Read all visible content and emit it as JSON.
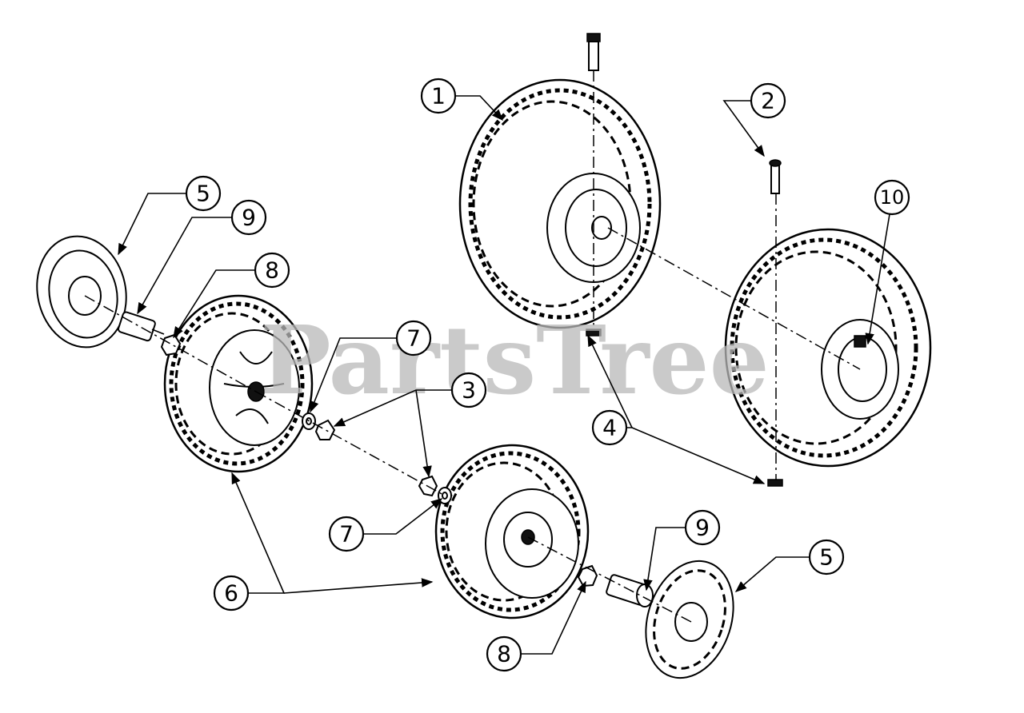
{
  "watermark": "PartsTree",
  "callouts": {
    "c1": "1",
    "c2": "2",
    "c3": "3",
    "c4": "4",
    "c5a": "5",
    "c5b": "5",
    "c6": "6",
    "c7a": "7",
    "c7b": "7",
    "c8a": "8",
    "c8b": "8",
    "c9a": "9",
    "c9b": "9",
    "c10": "10"
  }
}
